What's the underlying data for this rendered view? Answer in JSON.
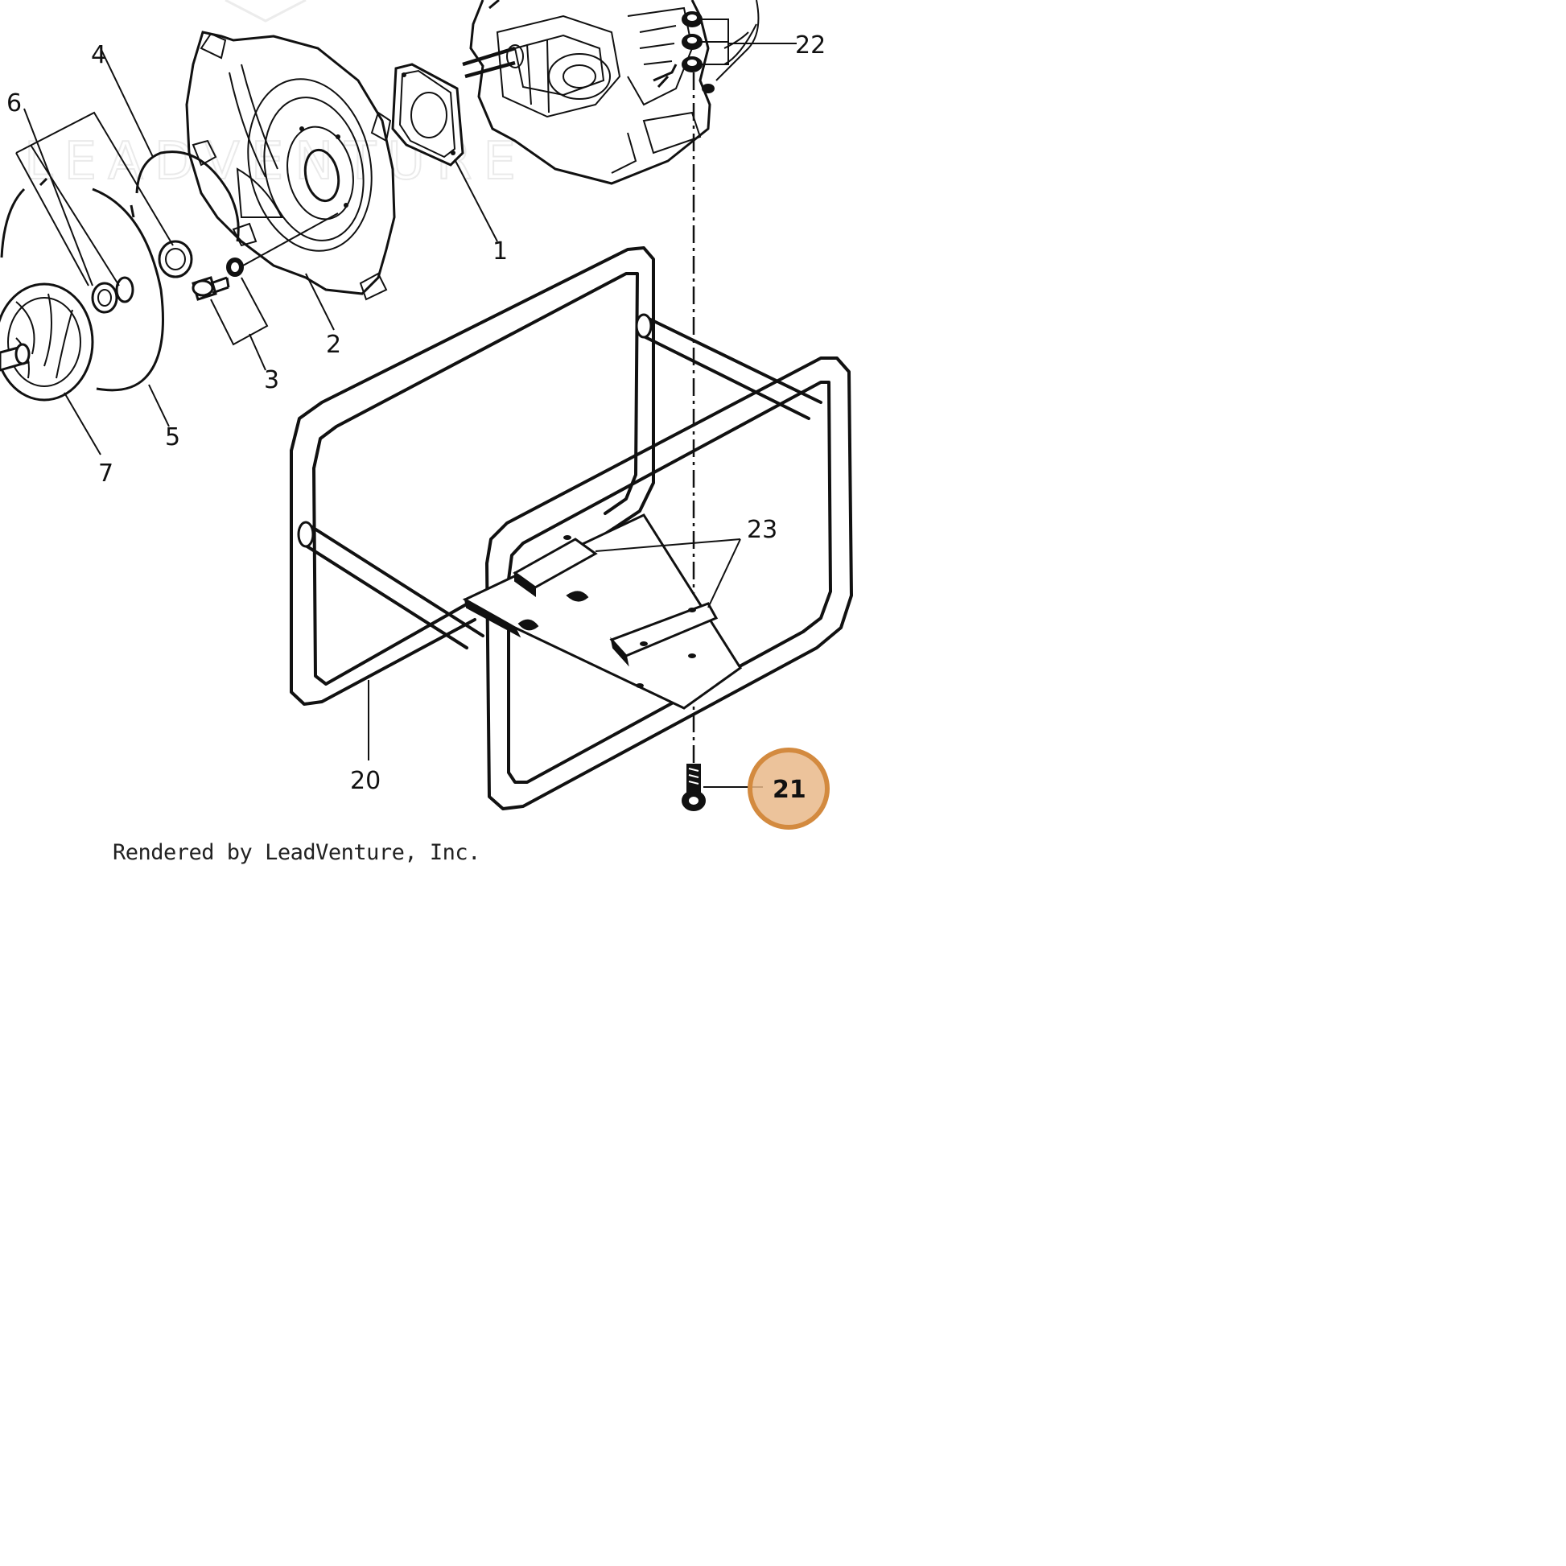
{
  "credit_text": "Rendered by LeadVenture, Inc.",
  "watermark_text": "LEADVENTURE",
  "highlight": {
    "callout": "21",
    "color": "#E9B98A",
    "border_color": "#D38A3F"
  },
  "callouts": [
    {
      "id": "1",
      "label": "1"
    },
    {
      "id": "2",
      "label": "2"
    },
    {
      "id": "3",
      "label": "3"
    },
    {
      "id": "4",
      "label": "4"
    },
    {
      "id": "5",
      "label": "5"
    },
    {
      "id": "6",
      "label": "6"
    },
    {
      "id": "7",
      "label": "7"
    },
    {
      "id": "20",
      "label": "20"
    },
    {
      "id": "21",
      "label": "21"
    },
    {
      "id": "22",
      "label": "22"
    },
    {
      "id": "23",
      "label": "23"
    }
  ]
}
